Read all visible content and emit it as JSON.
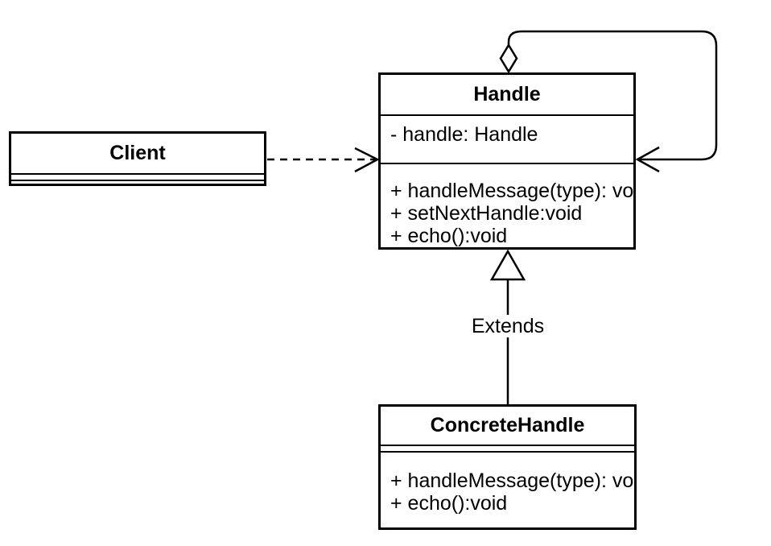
{
  "colors": {
    "line": "#000000",
    "background": "#ffffff",
    "text": "#000000"
  },
  "classes": {
    "client": {
      "name": "Client",
      "attributes": [],
      "methods": []
    },
    "handle": {
      "name": "Handle",
      "attributes": [
        "- handle: Handle"
      ],
      "methods": [
        "+ handleMessage(type): void",
        "+ setNextHandle:void",
        "+ echo():void"
      ]
    },
    "concrete_handle": {
      "name": "ConcreteHandle",
      "attributes": [],
      "methods": [
        "+ handleMessage(type): void",
        "+ echo():void"
      ]
    }
  },
  "relationships": {
    "extends_label": "Extends",
    "client_to_handle": "dependency (dashed open arrow)",
    "handle_self": "self-aggregation (hollow diamond loop)",
    "concrete_to_handle": "generalization (hollow triangle)"
  }
}
